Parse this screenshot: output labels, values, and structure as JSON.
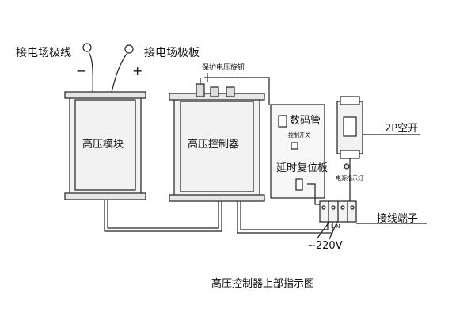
{
  "labels": {
    "electrode_wire": "接电场极线",
    "electrode_plate": "接电场极板",
    "minus": "−",
    "plus": "+",
    "protection_knob": "保护电压旋钮",
    "hv_module": "高压模块",
    "hv_controller": "高压控制器",
    "digital_tube": "数码管",
    "control_switch": "控制开关",
    "delay_reset_board": "延时复位板",
    "breaker_2p": "2P空开",
    "power_indicator": "电源指示灯",
    "terminal_block": "接线端子",
    "terminal_marks": "L N",
    "voltage": "~220V"
  },
  "caption": "高压控制器上部指示图",
  "colors": {
    "line": "#222222",
    "box_fill": "#f2f2f2",
    "background": "#ffffff"
  }
}
